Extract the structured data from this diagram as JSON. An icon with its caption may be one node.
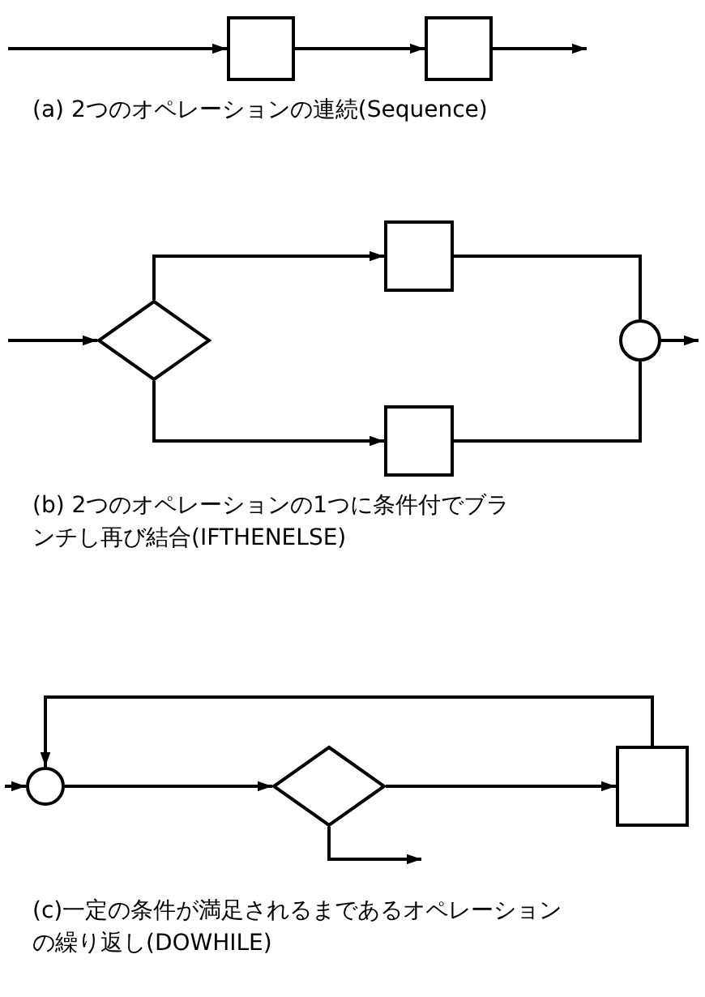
{
  "diagram": {
    "nodes": [
      {
        "text": [],
        "shape": "box"
      },
      {
        "text": [],
        "shape": "box"
      },
      {
        "text": [],
        "shape": "diamond"
      },
      {
        "text": [],
        "shape": "box"
      },
      {
        "text": [],
        "shape": "box"
      },
      {
        "text": [],
        "shape": "circle"
      },
      {
        "text": [],
        "shape": "circle"
      },
      {
        "text": [],
        "shape": "diamond"
      },
      {
        "text": [],
        "shape": "box"
      }
    ],
    "edges": [
      {
        "from": null,
        "to": 0,
        "arrow": "to"
      },
      {
        "from": 0,
        "to": 1,
        "arrow": "to"
      },
      {
        "from": 1,
        "to": null,
        "arrow": "to"
      },
      {
        "from": null,
        "to": 2,
        "arrow": "to"
      },
      {
        "from": 2,
        "to": 3,
        "arrow": "to"
      },
      {
        "from": 2,
        "to": 4,
        "arrow": "to"
      },
      {
        "from": 3,
        "to": 5,
        "arrow": "none"
      },
      {
        "from": 4,
        "to": 5,
        "arrow": "none"
      },
      {
        "from": 5,
        "to": null,
        "arrow": "to"
      },
      {
        "from": null,
        "to": 6,
        "arrow": "to"
      },
      {
        "from": 6,
        "to": 7,
        "arrow": "to"
      },
      {
        "from": 7,
        "to": 8,
        "arrow": "to"
      },
      {
        "from": 7,
        "to": null,
        "arrow": "to"
      },
      {
        "from": 8,
        "to": 6,
        "arrow": "to"
      }
    ],
    "labels": [
      "(a) 2つのオペレーションの連続(Sequence)",
      "(b) 2つのオペレーションの1つに条件付でブランチし再び結合(IFTHENELSE)",
      "(c)一定の条件が満足されるまであるオペレーションの繰り返し(DOWHILE)"
    ]
  }
}
